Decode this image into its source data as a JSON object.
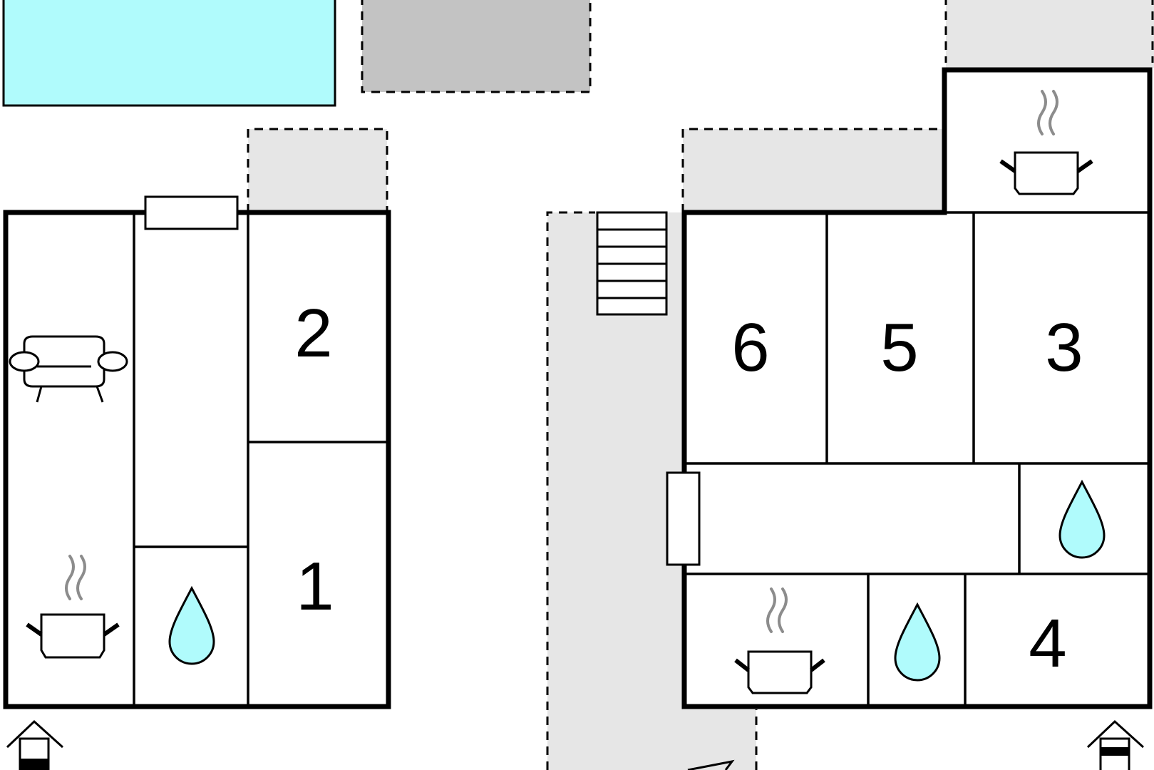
{
  "rooms": [
    {
      "label": "2"
    },
    {
      "label": "1"
    },
    {
      "label": "6"
    },
    {
      "label": "5"
    },
    {
      "label": "3"
    },
    {
      "label": "4"
    }
  ],
  "colors": {
    "pool": "#b0fbfc",
    "water": "#b0fbfc",
    "terrace": "#e6e6e6",
    "carport": "#c3c3c3",
    "steam": "#8c8c8c",
    "wall": "#000000"
  },
  "icons": [
    "sofa-icon",
    "cooking-pot-icon",
    "water-drop-icon",
    "stairs-icon",
    "entrance-icon"
  ]
}
